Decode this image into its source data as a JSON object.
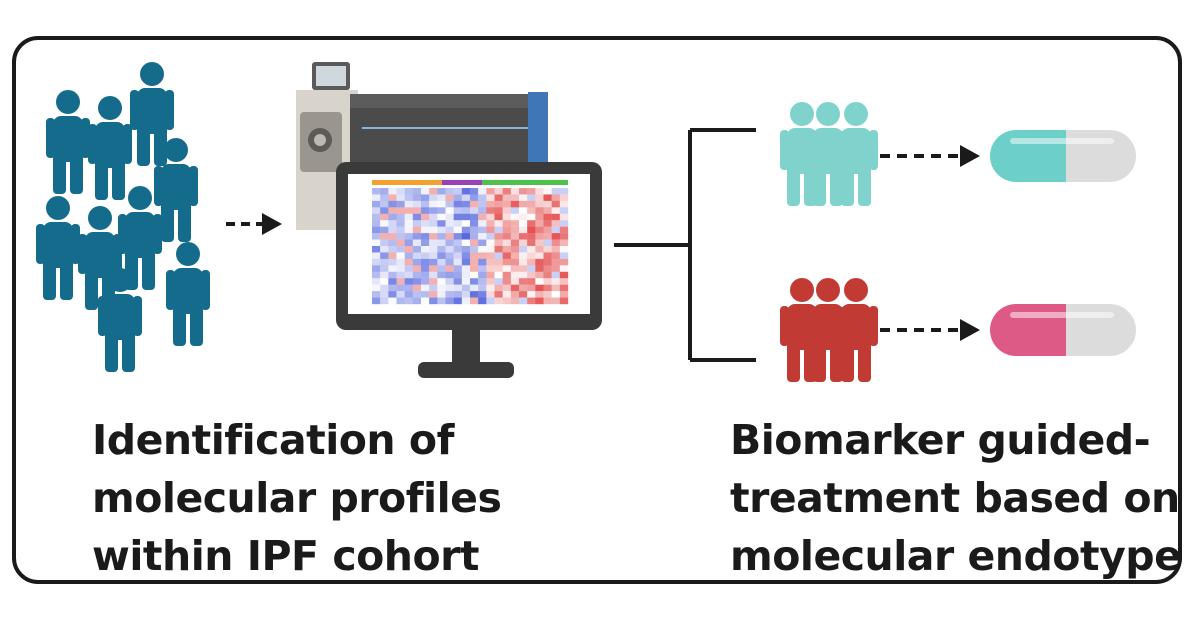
{
  "left_caption": {
    "line1": "Identification of",
    "line2": "molecular profiles",
    "line3": "within IPF cohort"
  },
  "right_caption": {
    "line1": "Biomarker guided-",
    "line2": "treatment based on",
    "line3": "molecular endotype"
  },
  "colors": {
    "cohort_people": "#146b8c",
    "endotype_1_people": "#7fd3cc",
    "endotype_2_people": "#c23a34",
    "pill_1": "#6ccfc8",
    "pill_2": "#de5a86",
    "pill_neutral": "#dcdcdc",
    "heatmap_blue": "#3b4fd6",
    "heatmap_red": "#e23b3b"
  },
  "icons": [
    "person-icon",
    "mass-spectrometer-icon",
    "computer-monitor-icon",
    "heatmap-icon",
    "pill-capsule-icon",
    "dashed-arrow-icon"
  ]
}
